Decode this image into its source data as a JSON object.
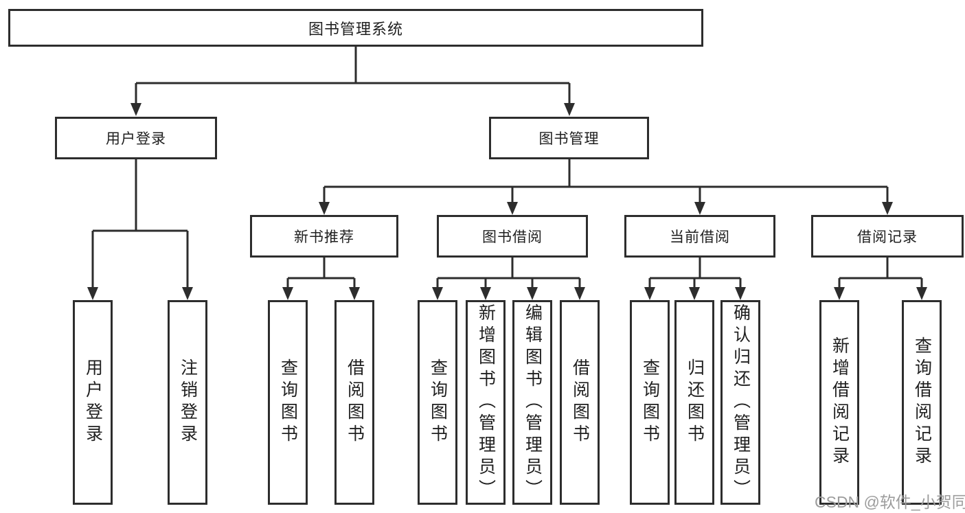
{
  "diagram": {
    "root_label": "图书管理系统",
    "login_branch": {
      "label": "用户登录",
      "leaves": [
        "用户登录",
        "注销登录"
      ]
    },
    "mgmt_branch": {
      "label": "图书管理",
      "groups": [
        {
          "label": "新书推荐",
          "leaves": [
            "查询图书",
            "借阅图书"
          ]
        },
        {
          "label": "图书借阅",
          "leaves": [
            "查询图书",
            "新增图书（管理员）",
            "编辑图书（管理员）",
            "借阅图书"
          ]
        },
        {
          "label": "当前借阅",
          "leaves": [
            "查询图书",
            "归还图书",
            "确认归还（管理员）"
          ]
        },
        {
          "label": "借阅记录",
          "leaves": [
            "新增借阅记录",
            "查询借阅记录"
          ]
        }
      ]
    }
  },
  "watermark": "CSDN @软件_小贺同学",
  "colors": {
    "line": "#2d2d2d",
    "text": "#1f1f1f",
    "watermark": "#9c9c9c",
    "background": "#ffffff"
  }
}
